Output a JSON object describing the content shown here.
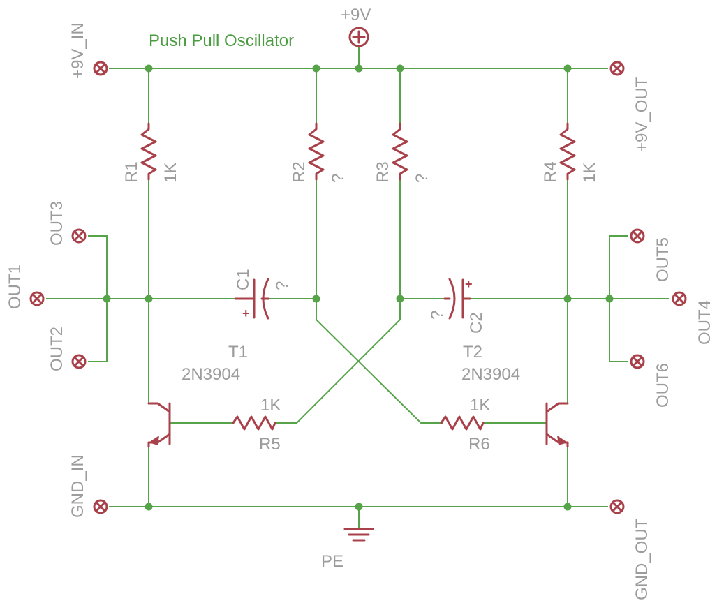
{
  "title": "Push Pull Oscillator",
  "supply": {
    "label": "+9V"
  },
  "ground": {
    "label": "PE"
  },
  "connectors": {
    "vin": "+9V_IN",
    "vout": "+9V_OUT",
    "gnd_in": "GND_IN",
    "gnd_out": "GND_OUT",
    "out1": "OUT1",
    "out2": "OUT2",
    "out3": "OUT3",
    "out4": "OUT4",
    "out5": "OUT5",
    "out6": "OUT6"
  },
  "resistors": {
    "r1": {
      "name": "R1",
      "value": "1K"
    },
    "r2": {
      "name": "R2",
      "value": "?"
    },
    "r3": {
      "name": "R3",
      "value": "?"
    },
    "r4": {
      "name": "R4",
      "value": "1K"
    },
    "r5": {
      "name": "R5",
      "value": "1K"
    },
    "r6": {
      "name": "R6",
      "value": "1K"
    }
  },
  "capacitors": {
    "c1": {
      "name": "C1",
      "value": "?",
      "polarity": "+"
    },
    "c2": {
      "name": "C2",
      "value": "?",
      "polarity": "+"
    }
  },
  "transistors": {
    "t1": {
      "name": "T1",
      "part": "2N3904"
    },
    "t2": {
      "name": "T2",
      "part": "2N3904"
    }
  },
  "colors": {
    "wire": "#56a34a",
    "component": "#a8414a",
    "label": "#9c9c9c",
    "title": "#4a9c40"
  }
}
